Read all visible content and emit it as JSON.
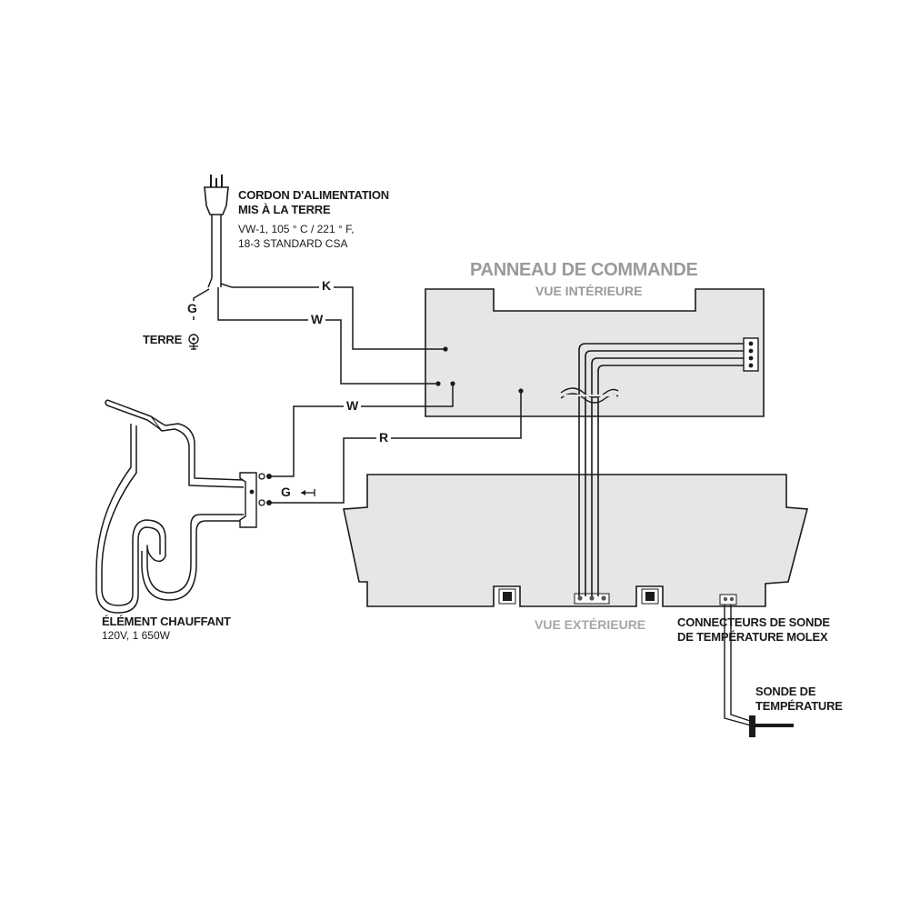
{
  "power_cord": {
    "title_line1": "CORDON D'ALIMENTATION",
    "title_line2": "MIS À LA TERRE",
    "spec_line1": "VW-1, 105 ° C / 221 ° F,",
    "spec_line2": "18-3 STANDARD CSA"
  },
  "ground": {
    "letter": "G",
    "label": "TERRE"
  },
  "wire_labels": {
    "k": "K",
    "w_top": "W",
    "w_element": "W",
    "r": "R",
    "g_element": "G"
  },
  "control_panel": {
    "title": "PANNEAU DE COMMANDE",
    "interior_view": "VUE INTÉRIEURE",
    "exterior_view": "VUE EXTÉRIEURE"
  },
  "heating_element": {
    "title": "ÉLÉMENT CHAUFFANT",
    "spec": "120V, 1 650W"
  },
  "probe_connectors": {
    "line1": "CONNECTEURS DE SONDE",
    "line2": "DE TEMPÉRATURE MOLEX"
  },
  "temperature_probe": {
    "line1": "SONDE DE",
    "line2": "TEMPÉRATURE"
  },
  "colors": {
    "panel_fill": "#e6e6e6",
    "line": "#1a1a1a",
    "grey_text": "#9a9a9a"
  }
}
